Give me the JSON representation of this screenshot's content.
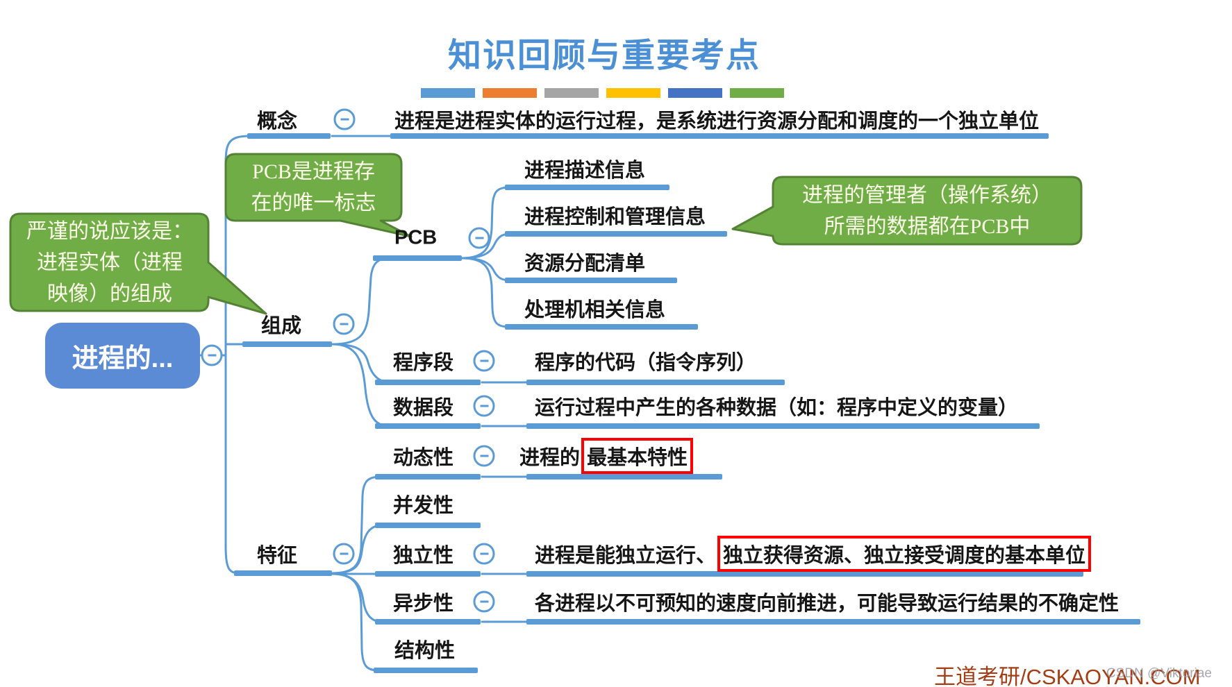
{
  "title": "知识回顾与重要考点",
  "accent_bars": [
    "#5B9BD5",
    "#ED7D31",
    "#A5A5A5",
    "#FFC000",
    "#4472C4",
    "#70AD47"
  ],
  "root": {
    "label": "进程的..."
  },
  "concept": {
    "label": "概念",
    "desc": "进程是进程实体的运行过程，是系统进行资源分配和调度的一个独立单位"
  },
  "composition": {
    "label": "组成",
    "pcb": {
      "label": "PCB",
      "children": [
        "进程描述信息",
        "进程控制和管理信息",
        "资源分配清单",
        "处理机相关信息"
      ]
    },
    "program": {
      "label": "程序段",
      "desc": "程序的代码（指令序列）"
    },
    "data": {
      "label": "数据段",
      "desc": "运行过程中产生的各种数据（如：程序中定义的变量）"
    }
  },
  "features": {
    "label": "特征",
    "dynamic": {
      "label": "动态性",
      "desc_prefix": "进程的",
      "desc_boxed": "最基本特性"
    },
    "concurrency": {
      "label": "并发性"
    },
    "independence": {
      "label": "独立性",
      "desc_prefix": "进程是能独立运行、",
      "desc_boxed": "独立获得资源、独立接受调度的基本单位"
    },
    "asynchrony": {
      "label": "异步性",
      "desc": "各进程以不可预知的速度向前推进，可能导致运行结果的不确定性"
    },
    "structure": {
      "label": "结构性"
    }
  },
  "callouts": {
    "pcb_unique": "PCB是进程存\n在的唯一标志",
    "strict_note": "严谨的说应该是：\n进程实体（进程\n映像）的组成",
    "os_manager": "进程的管理者（操作系统）\n所需的数据都在PCB中"
  },
  "footer": {
    "brand": "王道考研/CSKAOYAN.COM",
    "watermark": "CSDN @Viktoriae"
  },
  "colors": {
    "line": "#5B9BD5",
    "title": "#4B8FD5",
    "root_fill": "#5C8BD6",
    "callout_fill": "#70AD47",
    "callout_border": "#548235",
    "highlight_border": "#FE0000",
    "brand": "#A43C14"
  }
}
